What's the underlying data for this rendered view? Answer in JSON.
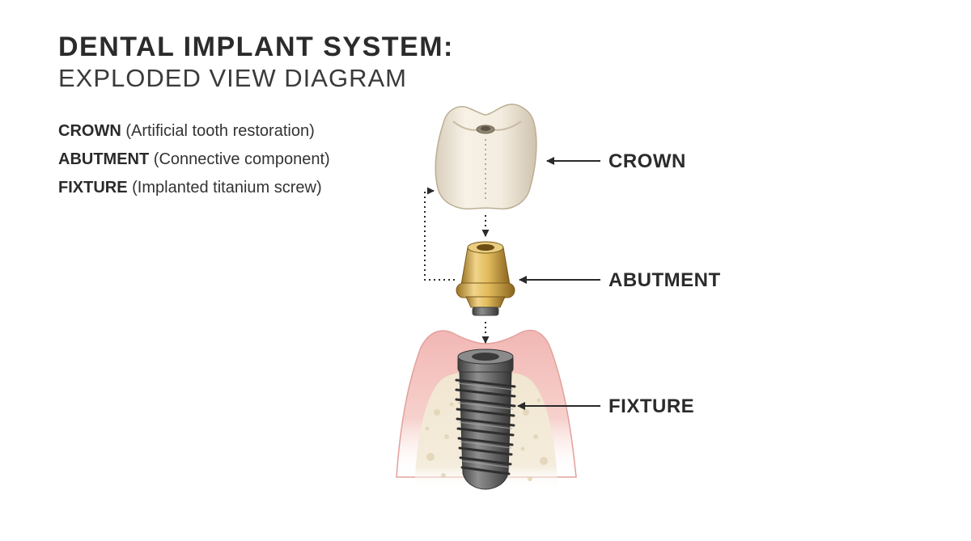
{
  "title": {
    "main": "DENTAL IMPLANT SYSTEM:",
    "sub": "EXPLODED VIEW  DIAGRAM"
  },
  "legend": [
    {
      "term": "CROWN",
      "desc": "(Artificial tooth restoration)"
    },
    {
      "term": "ABUTMENT",
      "desc": "(Connective component)"
    },
    {
      "term": "FIXTURE",
      "desc": "(Implanted titanium screw)"
    }
  ],
  "callouts": {
    "crown": "CROWN",
    "abutment": "ABUTMENT",
    "fixture": "FIXTURE"
  },
  "colors": {
    "crown": "#efe6d6",
    "abutment": "#d4aa52",
    "fixture": "#6b6b6b",
    "gum": "#efb9b6",
    "bone": "#efe3cc",
    "arrow": "#2a2a2a"
  }
}
